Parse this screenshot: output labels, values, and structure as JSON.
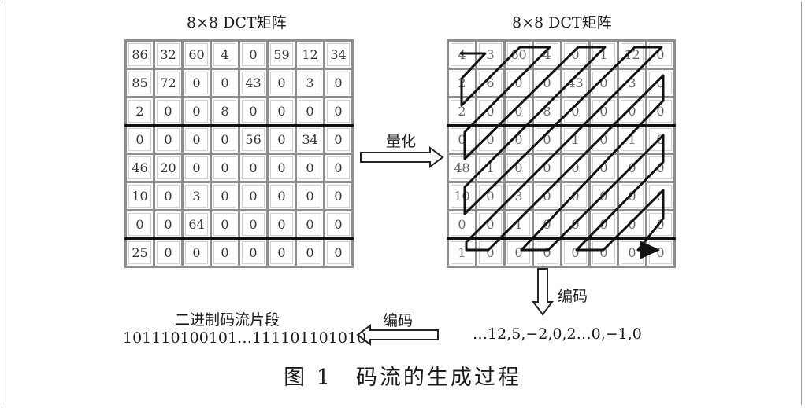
{
  "left_matrix": {
    "title": "8×8 DCT矩阵",
    "rows": [
      [
        "86",
        "32",
        "60",
        "4",
        "0",
        "59",
        "12",
        "34"
      ],
      [
        "85",
        "72",
        "0",
        "0",
        "43",
        "0",
        "3",
        "0"
      ],
      [
        "2",
        "0",
        "0",
        "8",
        "0",
        "0",
        "0",
        "0"
      ],
      [
        "0",
        "0",
        "0",
        "0",
        "56",
        "0",
        "34",
        "0"
      ],
      [
        "46",
        "20",
        "0",
        "0",
        "0",
        "0",
        "0",
        "0"
      ],
      [
        "10",
        "0",
        "3",
        "0",
        "0",
        "0",
        "0",
        "0"
      ],
      [
        "0",
        "0",
        "64",
        "0",
        "0",
        "0",
        "0",
        "0"
      ],
      [
        "25",
        "0",
        "0",
        "0",
        "0",
        "0",
        "0",
        "0"
      ]
    ]
  },
  "right_matrix": {
    "title": "8×8 DCT矩阵",
    "rows": [
      [
        "4",
        "3",
        "60",
        "4",
        "0",
        "1",
        "12",
        "0"
      ],
      [
        "2",
        "6",
        "0",
        "0",
        "43",
        "0",
        "3",
        "0"
      ],
      [
        "2",
        "0",
        "0",
        "8",
        "0",
        "0",
        "0",
        "0"
      ],
      [
        "0",
        "0",
        "0",
        "0",
        "1",
        "0",
        "1",
        "0"
      ],
      [
        "48",
        "1",
        "0",
        "0",
        "0",
        "0",
        "0",
        "0"
      ],
      [
        "10",
        "0",
        "3",
        "0",
        "0",
        "0",
        "0",
        "0"
      ],
      [
        "0",
        "0",
        "1",
        "0",
        "0",
        "0",
        "0",
        "0"
      ],
      [
        "1",
        "0",
        "0",
        "0",
        "0",
        "0",
        "0",
        "0"
      ]
    ]
  },
  "arrows": {
    "quantize_label": "量化",
    "encode_down_label": "编码",
    "encode_left_label": "编码"
  },
  "sequence": "…12,5,−2,0,2…0,−1,0",
  "binary": {
    "title": "二进制码流片段",
    "bits": "101110100101…111101101010"
  },
  "caption": "图 1　码流的生成过程"
}
